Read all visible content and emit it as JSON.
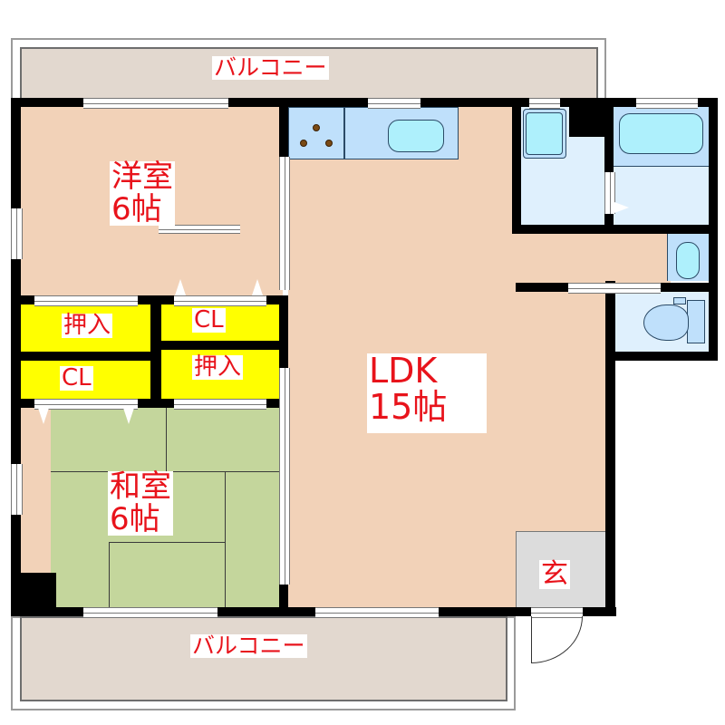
{
  "floorplan": {
    "balcony_top": {
      "label": "バルコニー"
    },
    "balcony_bottom": {
      "label": "バルコニー"
    },
    "rooms": {
      "western_room": {
        "label": "洋室\n6帖",
        "type": "洋室",
        "size": "6帖"
      },
      "japanese_room": {
        "label": "和室\n6帖",
        "type": "和室",
        "size": "6帖"
      },
      "ldk": {
        "label": "LDK\n15帖",
        "type": "LDK",
        "size": "15帖"
      },
      "entrance": {
        "label": "玄"
      }
    },
    "storage": {
      "oshiire_top": {
        "label": "押入"
      },
      "cl_top": {
        "label": "CL"
      },
      "cl_bottom": {
        "label": "CL"
      },
      "oshiire_bottom": {
        "label": "押入"
      }
    },
    "fixtures": [
      "kitchen-stove",
      "kitchen-sink",
      "washbasin",
      "bathtub",
      "washing-machine-pan",
      "toilet"
    ],
    "colors": {
      "label_text": "#e8131b",
      "wood_floor": "#f2d2b8",
      "tatami": "#c4d69c",
      "closet": "#ffff00",
      "wet_area": "#dff0fd",
      "entrance": "#dcdcdc",
      "balcony": "#e2d8cf",
      "wall": "#000000"
    }
  }
}
